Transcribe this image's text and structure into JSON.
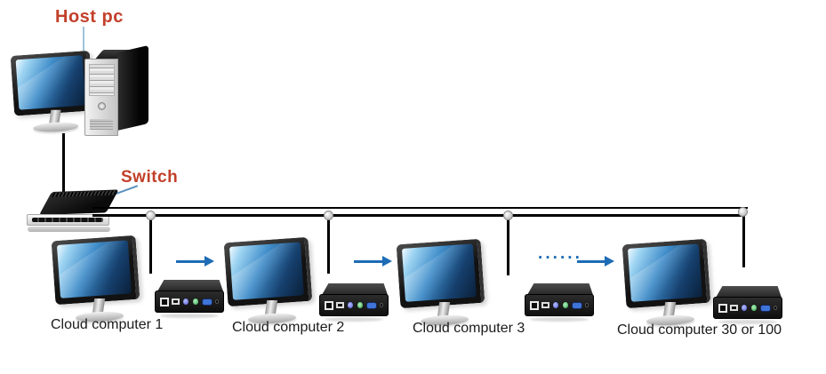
{
  "labels": {
    "host": "Host pc",
    "switch": "Switch"
  },
  "stations": [
    {
      "label": "Cloud computer 1"
    },
    {
      "label": "Cloud computer 2"
    },
    {
      "label": "Cloud computer 3"
    },
    {
      "label": "Cloud computer 30 or 100"
    }
  ],
  "continuation_dots": "······",
  "colors": {
    "label_red": "#c2402a",
    "arrow_blue": "#1e6cb5",
    "cable_black": "#000000",
    "background": "#ffffff"
  },
  "icons": {
    "host_monitor": "monitor-icon",
    "host_tower": "pc-tower-icon",
    "switch_device": "network-switch-icon",
    "station_monitor": "monitor-icon",
    "thin_client": "thin-client-icon",
    "arrow": "right-arrow-icon",
    "junction_node": "cable-junction-icon"
  }
}
